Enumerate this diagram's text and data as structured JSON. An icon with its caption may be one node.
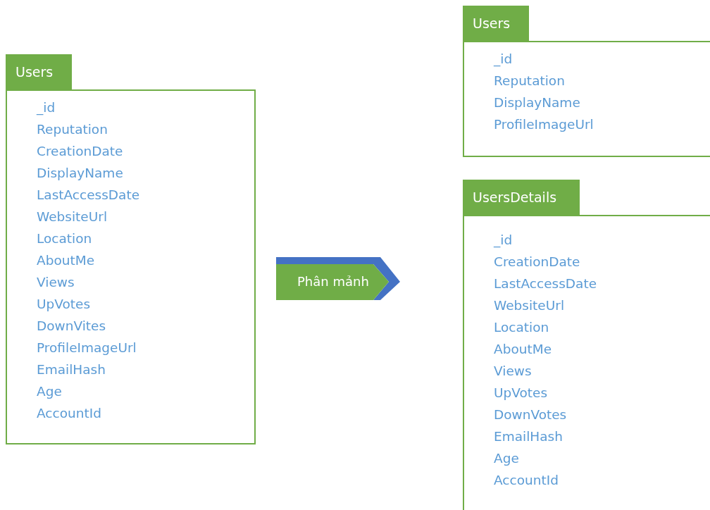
{
  "diagram": {
    "nodes": [
      {
        "text": [
          "Users",
          "_id",
          "Reputation",
          "CreationDate",
          "DisplayName",
          "LastAccessDate",
          "WebsiteUrl",
          "Location",
          "AboutMe",
          "Views",
          "UpVotes",
          "DownVites",
          "ProfileImageUrl",
          "EmailHash",
          "Age",
          "AccountId"
        ]
      },
      {
        "text": [
          "Phân mảnh"
        ]
      },
      {
        "text": [
          "Users",
          "_id",
          "Reputation",
          "DisplayName",
          "ProfileImageUrl"
        ]
      },
      {
        "text": [
          "UsersDetails",
          "_id",
          "CreationDate",
          "LastAccessDate",
          "WebsiteUrl",
          "Location",
          "AboutMe",
          "Views",
          "UpVotes",
          "DownVotes",
          "EmailHash",
          "Age",
          "AccountId"
        ]
      }
    ]
  }
}
